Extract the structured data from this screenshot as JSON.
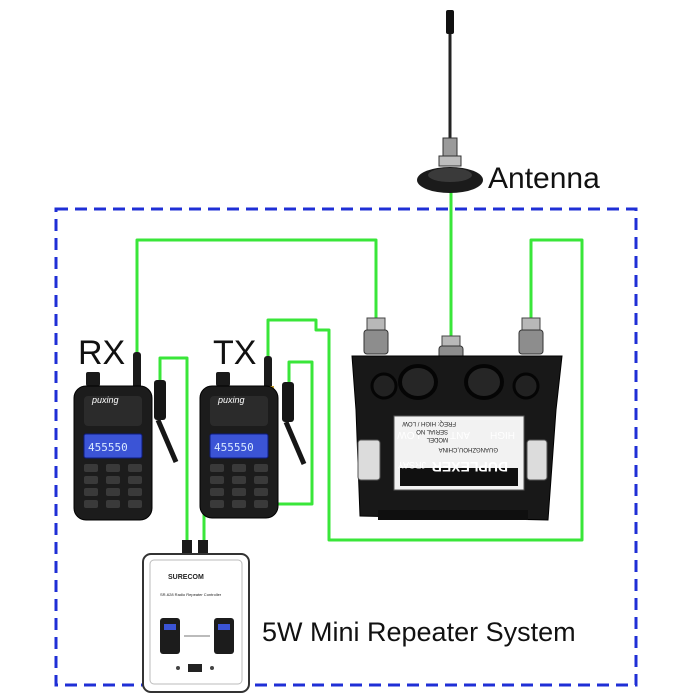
{
  "labels": {
    "antenna": "Antenna",
    "rx": "RX",
    "tx": "TX",
    "system": "5W Mini Repeater System"
  },
  "duplexer": {
    "high": "HIGH",
    "ant": "ANT",
    "low": "LOW",
    "name": "DUPLEXER",
    "brand": "JRSAY",
    "city": "GUANGZHOU,CHINA",
    "model": "MODEL",
    "serial": "SERIAL NO",
    "freq": "FREQ: HIGH / LOW"
  },
  "radio": {
    "brand": "puxing",
    "lcd": "455550"
  },
  "controller": {
    "brand": "SURECOM",
    "subtitle": "SR-628 Radio Repeater Controller"
  },
  "colors": {
    "cable": "#39e639",
    "frame": "#1f2fd6",
    "device": "#151515"
  },
  "icons": {
    "antenna": "antenna-icon",
    "duplexer": "duplexer-icon",
    "radio": "handheld-radio-icon",
    "controller": "repeater-controller-icon"
  }
}
